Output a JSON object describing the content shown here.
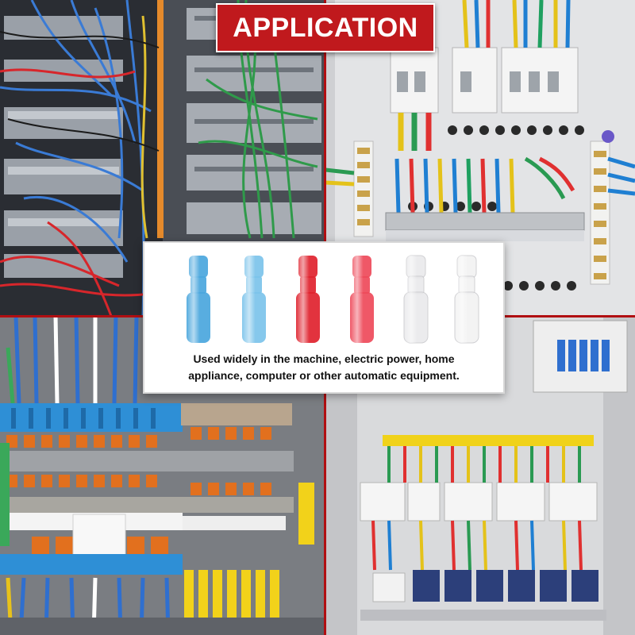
{
  "banner": {
    "title": "APPLICATION"
  },
  "caption": {
    "line1": "Used widely in the machine, electric power, home",
    "line2": "appliance, computer or other automatic equipment."
  },
  "photos": {
    "top_left": "server-rack-cabling-photo",
    "top_right": "breaker-panel-photo",
    "bottom_left": "terminal-block-rail-photo",
    "bottom_right": "control-cabinet-photo"
  },
  "terminals": [
    {
      "color": "#4aa6dd"
    },
    {
      "color": "#7cc3ea"
    },
    {
      "color": "#e0222e"
    },
    {
      "color": "#ee4a5a"
    },
    {
      "color": "#e8e8ea"
    },
    {
      "color": "#f2f2f2"
    }
  ],
  "colors": {
    "banner_red": "#c0191d",
    "divider_red": "#b10f12",
    "caption_text": "#111111"
  }
}
